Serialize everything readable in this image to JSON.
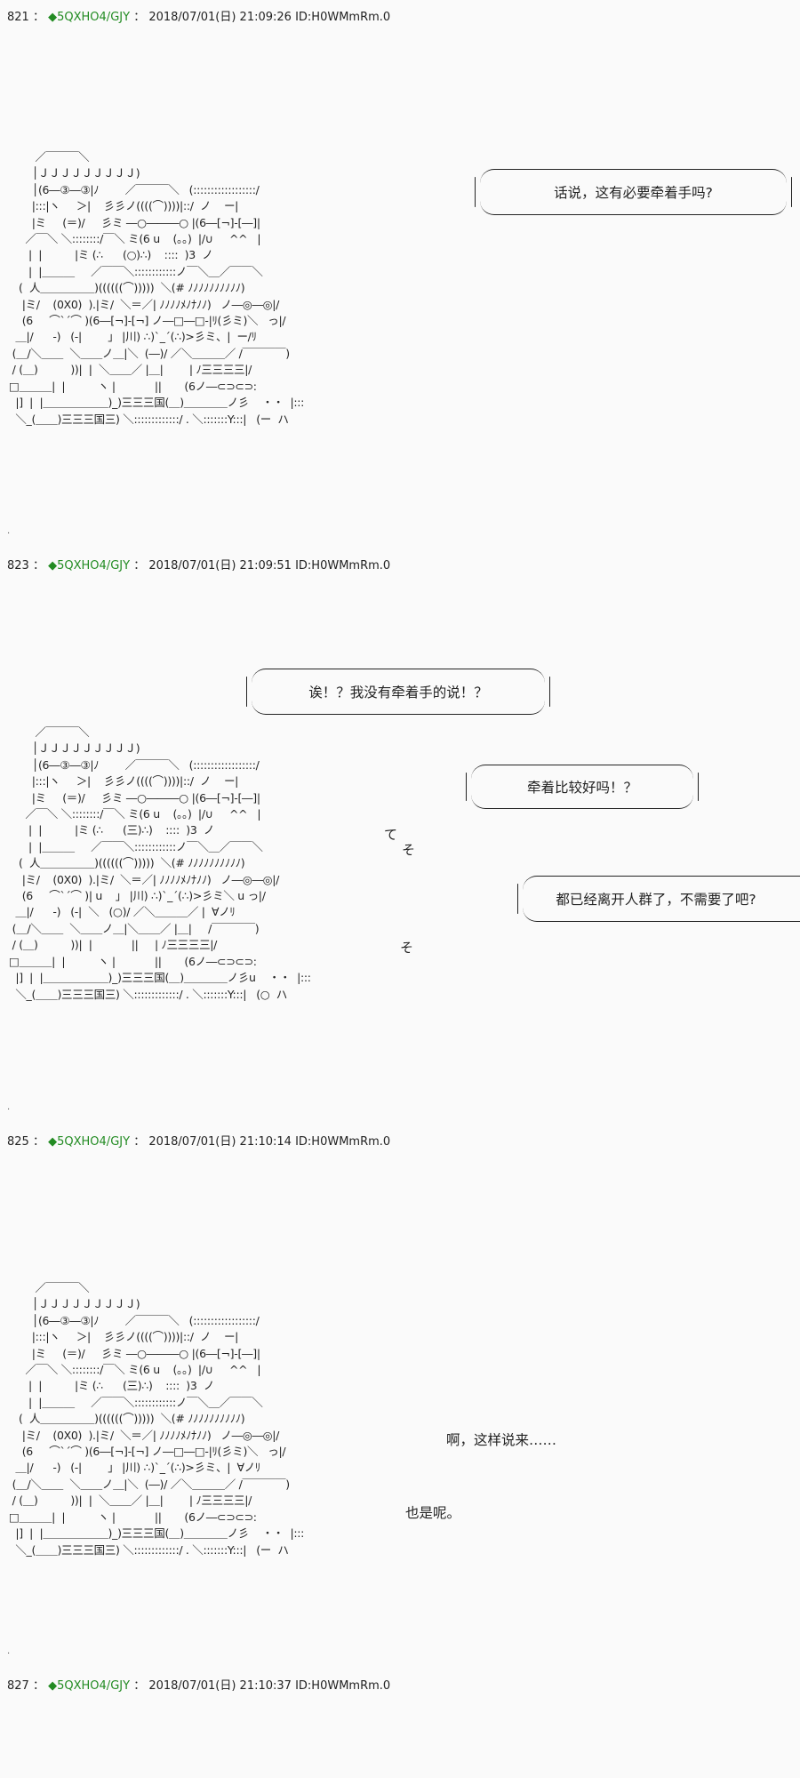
{
  "posts": [
    {
      "num": "821",
      "sep": "：",
      "trip": "◆5QXHO4/GJY",
      "sep2": "：",
      "date": "2018/07/01(日) 21:09:26 ID:H0WMmRm.0"
    },
    {
      "num": "823",
      "sep": "：",
      "trip": "◆5QXHO4/GJY",
      "sep2": "：",
      "date": "2018/07/01(日) 21:09:51 ID:H0WMmRm.0"
    },
    {
      "num": "825",
      "sep": "：",
      "trip": "◆5QXHO4/GJY",
      "sep2": "：",
      "date": "2018/07/01(日) 21:10:14 ID:H0WMmRm.0"
    },
    {
      "num": "827",
      "sep": "：",
      "trip": "◆5QXHO4/GJY",
      "sep2": "：",
      "date": "2018/07/01(日) 21:10:37 ID:H0WMmRm.0"
    }
  ],
  "art": {
    "scene1": "        ／￣￣￣＼\n       │ＪＪＪＪＪＪＪＪＪ)\n       │(6―③―③|ﾉ        ／￣￣￣＼   (::::::::::::::::::/\n       |:::|ヽ     ＞|    彡彡ノ((((⌒))))|::/  ノ    ー|\n       |ミ     (＝)/     彡ミ ―○―――○ |(6―[¬]-[―]|\n     ／￣＼ ＼::::::::/￣＼ ミ(6 u    (｡｡)  |/∪     ^^   |\n      |  |          |ミ (∴      (○)∴)    ::::  )3  ノ\n      |  |＿＿＿     ／￣￣＼::::::::::::ノ￣＼＿／￣￣＼\n   (  人＿＿＿＿＿)((((((⌒)))))  ＼(# ﾉﾉﾉﾉﾉﾉﾉﾉﾉﾉ)\n    |ミ/    (0X0)  ).|ミ/  ＼＝／| ﾉﾉﾉﾉﾒﾉﾅﾉﾉ)   ノ―◎―◎|/\n    (6     ⌒`´⌒ )(6―[¬]-[¬] ノ―□―□-|ﾘ(彡ミ)＼   っ|/\n  ＿|/      -)   (-|        」 |川) ∴)`_´(∴)>彡ミ、|  ー/ﾘ\n (＿/＼＿＿  ＼＿＿ノ＿|＼  (―)/ ／＼＿＿＿／ /￣￣￣￣)\n / (＿)          ))|  |  ＼＿＿／ |＿|        | ﾉ三三三三|/\n□＿＿＿|  |          ヽ |            ||       (6ノ―⊂⊃⊂⊃:\n  |]  |  |＿＿＿＿＿＿)_)三三三国(＿)＿＿＿＿ノ彡    ・・  |:::\n  ＼_(＿＿)三三三国三) ＼:::::::::::::/ . ＼:::::::Y:::|   (ー  ハ",
    "scene2": "        ／￣￣￣＼\n       │ＪＪＪＪＪＪＪＪＪ)\n       │(6―③―③|ﾉ        ／￣￣￣＼   (::::::::::::::::::/\n       |:::|ヽ     ＞|    彡彡ノ((((⌒))))|::/  ノ    ー|\n       |ミ     (＝)/     彡ミ ―○―――○ |(6―[¬]-[―]|\n     ／￣＼ ＼::::::::/￣＼ ミ(6 u    (｡｡)  |/∪     ^^   |\n      |  |          |ミ (∴      (三)∴)    ::::  )3  ノ\n      |  |＿＿＿     ／￣￣＼::::::::::::ノ￣＼＿／￣￣＼\n   (  人＿＿＿＿＿)((((((⌒)))))  ＼(# ﾉﾉﾉﾉﾉﾉﾉﾉﾉﾉ)\n    |ミ/    (0X0)  ).|ミ/  ＼＝／| ﾉﾉﾉﾉﾒﾉﾅﾉﾉ)   ノ―◎―◎|/\n    (6     ⌒`´⌒ )| u    」 |川) ∴)`_´(∴)>彡ミ＼ u っ|/\n  ＿|/      -)   (-|  ＼   (○)/ ／＼＿＿＿／ |  ∀ノﾘ\n (＿/＼＿＿  ＼＿＿ノ＿|＼＿＿／ |＿|     /￣￣￣￣)\n / (＿)          ))|  |            ||     | ﾉ三三三三|/\n□＿＿＿|  |          ヽ |            ||       (6ノ―⊂⊃⊂⊃:\n  |]  |  |＿＿＿＿＿＿)_)三三三国(＿)＿＿＿＿ノ彡u    ・・  |:::\n  ＼_(＿＿)三三三国三) ＼:::::::::::::/ . ＼:::::::Y:::|   (○  ハ",
    "scene3": "        ／￣￣￣＼\n       │ＪＪＪＪＪＪＪＪＪ)\n       │(6―③―③|ﾉ        ／￣￣￣＼   (::::::::::::::::::/\n       |:::|ヽ     ＞|    彡彡ノ((((⌒))))|::/  ノ    ー|\n       |ミ     (＝)/     彡ミ ―○―――○ |(6―[¬]-[―]|\n     ／￣＼ ＼::::::::/￣＼ ミ(6 u    (｡｡)  |/∪     ^^   |\n      |  |          |ミ (∴      (三)∴)    ::::  )3  ノ\n      |  |＿＿＿     ／￣￣＼::::::::::::ノ￣＼＿／￣￣＼\n   (  人＿＿＿＿＿)((((((⌒)))))  ＼(# ﾉﾉﾉﾉﾉﾉﾉﾉﾉﾉ)\n    |ミ/    (0X0)  ).|ミ/  ＼＝／| ﾉﾉﾉﾉﾒﾉﾅﾉﾉ)   ノ―◎―◎|/\n    (6     ⌒`´⌒ )(6―[¬]-[¬] ノ―□―□-|ﾘ(彡ミ)＼   っ|/\n  ＿|/      -)   (-|        」 |川) ∴)`_´(∴)>彡ミ、|  ∀ノﾘ\n (＿/＼＿＿  ＼＿＿ノ＿|＼  (―)/ ／＼＿＿＿／ /￣￣￣￣)\n / (＿)          ))|  |  ＼＿＿／ |＿|        | ﾉ三三三三|/\n□＿＿＿|  |          ヽ |            ||       (6ノ―⊂⊃⊂⊃:\n  |]  |  |＿＿＿＿＿＿)_)三三三国(＿)＿＿＿＿ノ彡    ・・  |:::\n  ＼_(＿＿)三三三国三) ＼:::::::::::::/ . ＼:::::::Y:::|   (ー  ハ"
  },
  "dialogue": {
    "s1_bubble": "话说，这有必要牵着手吗?",
    "s2_bubble1": "诶！？我没有牵着手的说！？",
    "s2_bubble2": "牵着比较好吗！？",
    "s2_bubble3": "都已经离开人群了，不需要了吧?",
    "s2_sfx1": "て",
    "s2_sfx2": "そ",
    "s2_sfx3": "そ",
    "s3_line1": "啊，这样说来……",
    "s3_line2": "也是呢。"
  },
  "dots": ".",
  "colors": {
    "trip": "#228b22",
    "text": "#222222",
    "background": "#fafafa"
  }
}
